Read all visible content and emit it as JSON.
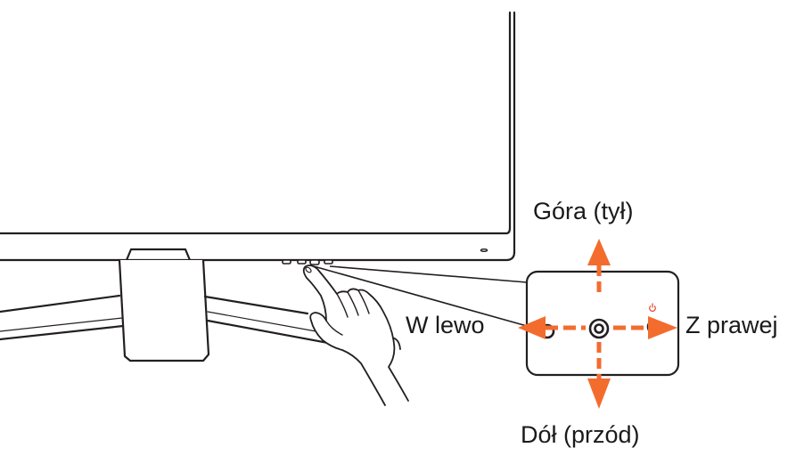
{
  "labels": {
    "up": "Góra (tył)",
    "left": "W lewo",
    "right": "Z prawej",
    "down": "Dół (przód)"
  },
  "colors": {
    "arrow": "#F36C2E",
    "power_symbol": "#E8402A",
    "outline": "#231F20"
  },
  "icons": {
    "power": "power-icon",
    "hand": "hand-pointing-icon"
  }
}
